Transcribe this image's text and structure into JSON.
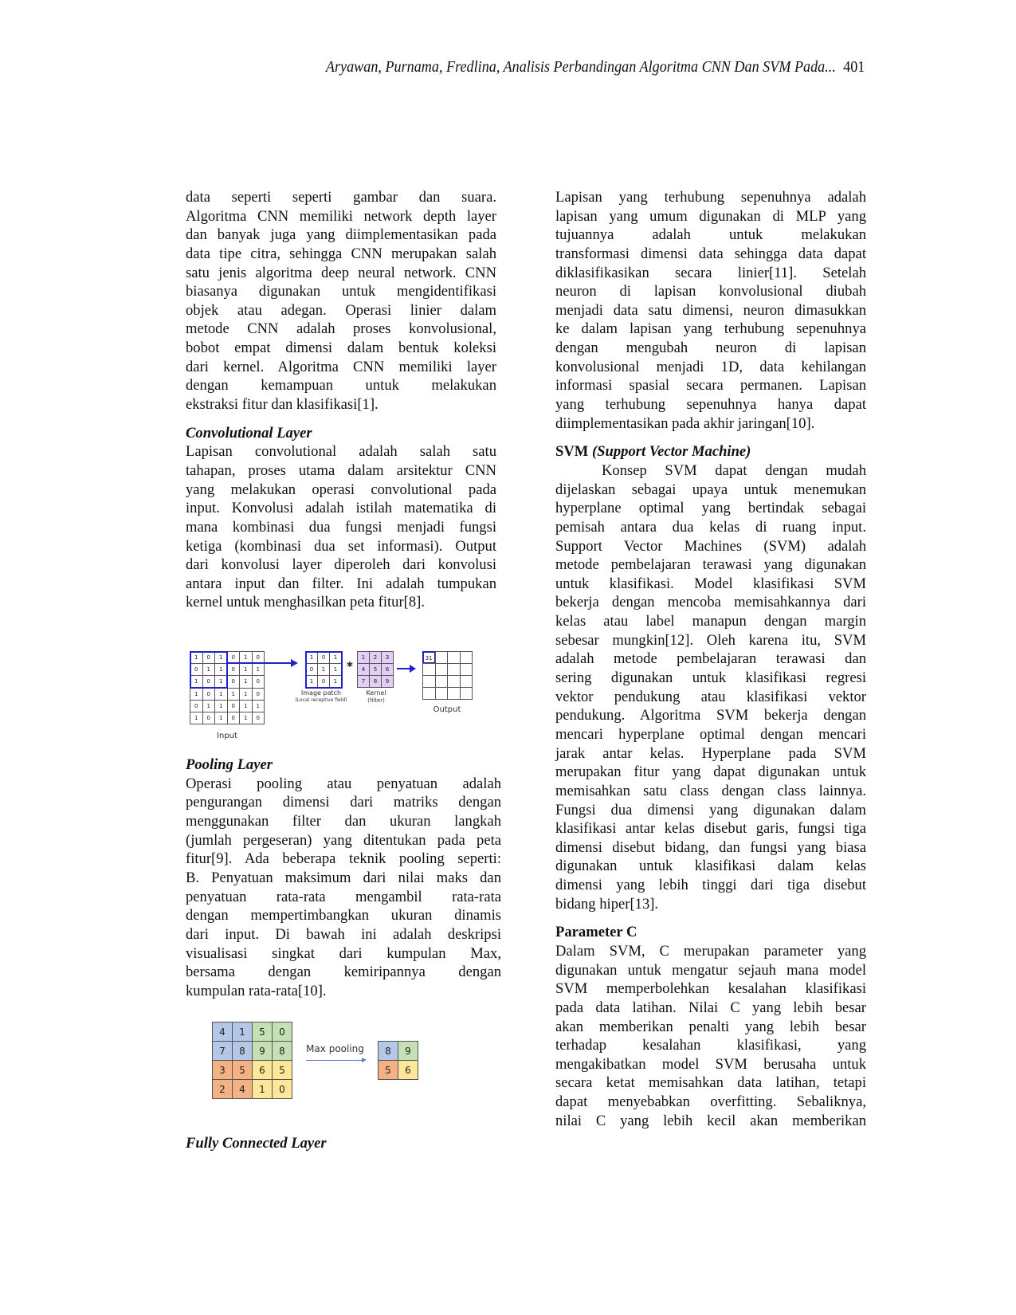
{
  "header": {
    "running_title": "Aryawan, Purnama, Fredlina, Analisis Perbandingan Algoritma CNN Dan SVM Pada...",
    "page_number": "401"
  },
  "left": {
    "p1": [
      "data seperti seperti gambar dan suara.",
      "Algoritma CNN memiliki network depth layer",
      "dan banyak juga yang diimplementasikan pada",
      "data tipe citra, sehingga CNN merupakan salah",
      "satu jenis algoritma deep neural network. CNN",
      "biasanya digunakan untuk mengidentifikasi",
      "objek atau adegan. Operasi linier dalam",
      "metode CNN adalah proses konvolusional,",
      "bobot empat dimensi dalam bentuk koleksi",
      "dari kernel. Algoritma CNN memiliki layer",
      "dengan kemampuan untuk melakukan",
      "ekstraksi fitur dan klasifikasi[1]."
    ],
    "h_conv": "Convolutional Layer",
    "p2": [
      "Lapisan convolutional adalah salah satu",
      "tahapan, proses utama dalam arsitektur CNN",
      "yang melakukan operasi convolutional pada",
      "input. Konvolusi adalah istilah matematika di",
      "mana kombinasi dua fungsi menjadi fungsi",
      "ketiga (kombinasi dua set informasi). Output",
      "dari konvolusi layer diperoleh dari konvolusi",
      "antara input dan filter. Ini adalah tumpukan",
      "kernel untuk menghasilkan peta fitur[8]."
    ],
    "h_pool": "Pooling Layer",
    "p3": [
      "Operasi pooling atau penyatuan adalah",
      "pengurangan dimensi dari matriks dengan",
      "menggunakan filter dan ukuran langkah",
      "(jumlah pergeseran) yang ditentukan pada peta",
      "fitur[9]. Ada beberapa teknik pooling seperti:",
      "B. Penyatuan maksimum dari nilai maks dan",
      "penyatuan rata-rata mengambil rata-rata",
      "dengan mempertimbangkan ukuran dinamis",
      "dari input. Di bawah ini adalah deskripsi",
      "visualisasi singkat dari kumpulan Max,",
      "bersama dengan kemiripannya dengan",
      "kumpulan rata-rata[10]."
    ],
    "h_fc": "Fully Connected Layer"
  },
  "right": {
    "p4": [
      "Lapisan yang terhubung sepenuhnya adalah",
      "lapisan yang umum digunakan di MLP yang",
      "tujuannya adalah untuk melakukan",
      "transformasi dimensi data sehingga data dapat",
      "diklasifikasikan secara linier[11]. Setelah",
      "neuron di lapisan konvolusional diubah",
      "menjadi data satu dimensi, neuron dimasukkan",
      "ke dalam lapisan yang terhubung sepenuhnya",
      "dengan mengubah neuron di lapisan",
      "konvolusional menjadi 1D, data kehilangan",
      "informasi spasial secara permanen. Lapisan",
      "yang terhubung sepenuhnya hanya dapat",
      "diimplementasikan pada akhir jaringan[10]."
    ],
    "h_svm_a": "SVM",
    "h_svm_b": "(Support Vector Machine)",
    "p5": [
      "Konsep SVM dapat dengan mudah",
      "dijelaskan sebagai upaya untuk menemukan",
      "hyperplane optimal yang bertindak sebagai",
      "pemisah antara dua kelas di ruang input.",
      "Support Vector Machines (SVM) adalah",
      "metode pembelajaran terawasi yang digunakan",
      "untuk klasifikasi. Model klasifikasi SVM",
      "bekerja dengan mencoba memisahkannya dari",
      "kelas atau label manapun dengan margin",
      "sebesar mungkin[12]. Oleh karena itu, SVM",
      "adalah metode pembelajaran terawasi dan",
      "sering digunakan untuk klasifikasi regresi",
      "vektor pendukung atau klasifikasi vektor",
      "pendukung. Algoritma SVM bekerja dengan",
      "mencari hyperplane optimal dengan mencari",
      "jarak antar kelas. Hyperplane pada SVM",
      "merupakan fitur yang dapat digunakan untuk",
      "memisahkan satu class dengan class lainnya.",
      "Fungsi dua dimensi yang digunakan dalam",
      "klasifikasi antar kelas disebut garis, fungsi tiga",
      "dimensi disebut bidang, dan fungsi yang biasa",
      "digunakan untuk klasifikasi dalam kelas",
      "dimensi yang lebih tinggi dari tiga disebut",
      "bidang hiper[13]."
    ],
    "h_param": "Parameter C",
    "p6": [
      "Dalam SVM, C merupakan parameter yang",
      "digunakan untuk mengatur sejauh mana model",
      "SVM memperbolehkan kesalahan klasifikasi",
      "pada data latihan. Nilai C yang lebih besar",
      "akan memberikan penalti yang lebih besar",
      "terhadap kesalahan klasifikasi, yang",
      "mengakibatkan model SVM berusaha untuk",
      "secara ketat memisahkan data latihan, tetapi",
      "dapat menyebabkan overfitting. Sebaliknya,",
      "nilai C yang lebih kecil akan memberikan"
    ]
  },
  "fig_conv": {
    "input": [
      [
        "1",
        "0",
        "1",
        "0",
        "1",
        "0"
      ],
      [
        "0",
        "1",
        "1",
        "0",
        "1",
        "1"
      ],
      [
        "1",
        "0",
        "1",
        "0",
        "1",
        "0"
      ],
      [
        "1",
        "0",
        "1",
        "1",
        "1",
        "0"
      ],
      [
        "0",
        "1",
        "1",
        "0",
        "1",
        "1"
      ],
      [
        "1",
        "0",
        "1",
        "0",
        "1",
        "0"
      ]
    ],
    "patch": [
      [
        "1",
        "0",
        "1"
      ],
      [
        "0",
        "1",
        "1"
      ],
      [
        "1",
        "0",
        "1"
      ]
    ],
    "kernel": [
      [
        "1",
        "2",
        "3"
      ],
      [
        "4",
        "5",
        "6"
      ],
      [
        "7",
        "8",
        "9"
      ]
    ],
    "output_first": "31",
    "operator": "*",
    "label_input": "Input",
    "label_patch": "Image patch",
    "label_patch_sub": "(Local receptive field)",
    "label_kernel": "Kernel",
    "label_kernel_sub": "(filter)",
    "label_output": "Output",
    "colors": {
      "highlight": "#2222cc",
      "kernel_fill": "#e3cff5"
    }
  },
  "fig_pool": {
    "input": [
      [
        "4",
        "1",
        "5",
        "0"
      ],
      [
        "7",
        "8",
        "9",
        "8"
      ],
      [
        "3",
        "5",
        "6",
        "5"
      ],
      [
        "2",
        "4",
        "1",
        "0"
      ]
    ],
    "output": [
      [
        "8",
        "9"
      ],
      [
        "5",
        "6"
      ]
    ],
    "label": "Max pooling",
    "colors": {
      "blue": "#b4c7e7",
      "green": "#c5e0b4",
      "orange": "#f4b183",
      "yellow": "#ffe699"
    }
  }
}
